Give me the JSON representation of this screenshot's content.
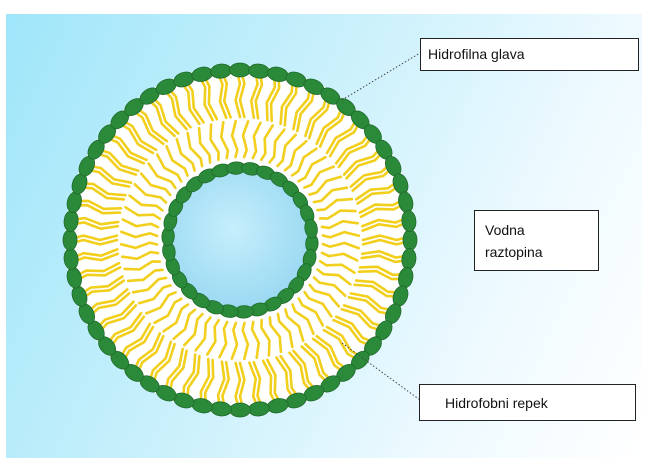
{
  "labels": {
    "head": "Hidrofilna glava",
    "water_line1": "Vodna",
    "water_line2": "raztopina",
    "tail": "Hidrofobni repek"
  },
  "colors": {
    "head": "#2b8a3a",
    "head_stroke": "#1e6a2a",
    "tail": "#f2cf1d",
    "core": "#aee4f8",
    "background": "#bdeefb"
  },
  "structure": {
    "outer_heads": 56,
    "inner_heads": 30
  }
}
